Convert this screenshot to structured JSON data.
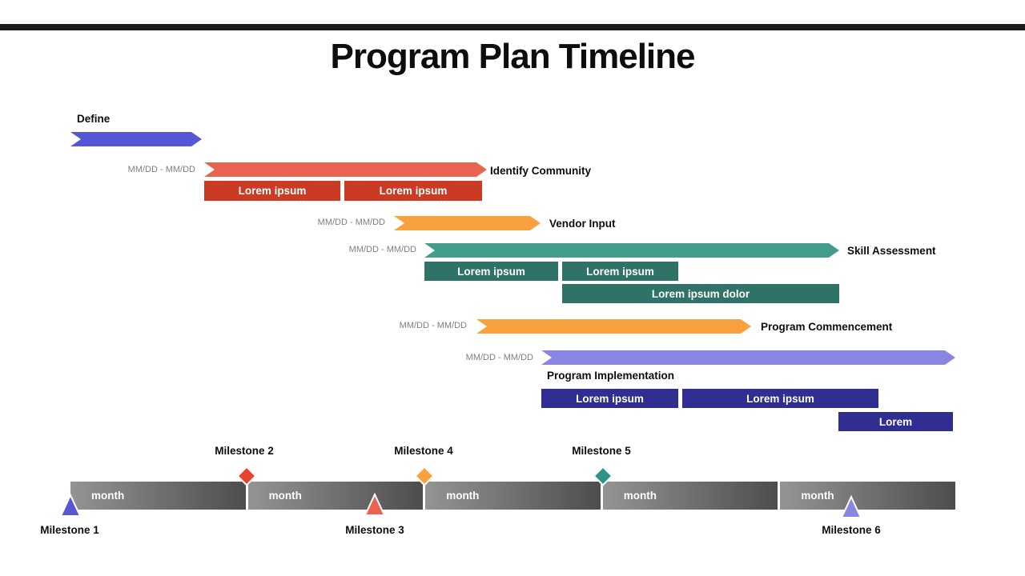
{
  "slide": {
    "title": "Program Plan Timeline"
  },
  "tasks": {
    "define": {
      "name": "Define"
    },
    "identify_community": {
      "date": "MM/DD - MM/DD",
      "name": "Identify Community",
      "subtasks": [
        "Lorem ipsum",
        "Lorem ipsum"
      ]
    },
    "vendor_input": {
      "date": "MM/DD - MM/DD",
      "name": "Vendor Input"
    },
    "skill_assessment": {
      "date": "MM/DD - MM/DD",
      "name": "Skill Assessment",
      "subtasks": [
        "Lorem ipsum",
        "Lorem ipsum",
        "Lorem ipsum dolor"
      ]
    },
    "program_commencement": {
      "date": "MM/DD - MM/DD",
      "name": "Program Commencement"
    },
    "program_implementation": {
      "date": "MM/DD - MM/DD",
      "name": "Program Implementation",
      "subtasks": [
        "Lorem ipsum",
        "Lorem ipsum",
        "Lorem"
      ]
    }
  },
  "timeline": {
    "segments": [
      "month",
      "month",
      "month",
      "month",
      "month"
    ]
  },
  "milestones": [
    "Milestone 1",
    "Milestone 2",
    "Milestone 3",
    "Milestone 4",
    "Milestone 5",
    "Milestone 6"
  ],
  "colors": {
    "define_arrow": "#5556D5",
    "identify_arrow": "#EA6350",
    "identify_boxes": "#CB3A22",
    "vendor_arrow": "#F9A13E",
    "skill_arrow": "#449C8D",
    "skill_boxes": "#2F7267",
    "commencement_arrow": "#F9A13E",
    "implementation_arrow": "#8886E1",
    "implementation_boxes": "#302E90",
    "milestone1": "#5757CE",
    "milestone2": "#E8432C",
    "milestone3": "#EA6350",
    "milestone4": "#F9A13E",
    "milestone5": "#2F9488",
    "milestone6": "#8886E1",
    "date_text": "#7F7F7F",
    "month_bar_gradient_start": "#949494",
    "month_bar_gradient_end": "#4D4D4D",
    "top_bar": "#1C1C1C"
  }
}
